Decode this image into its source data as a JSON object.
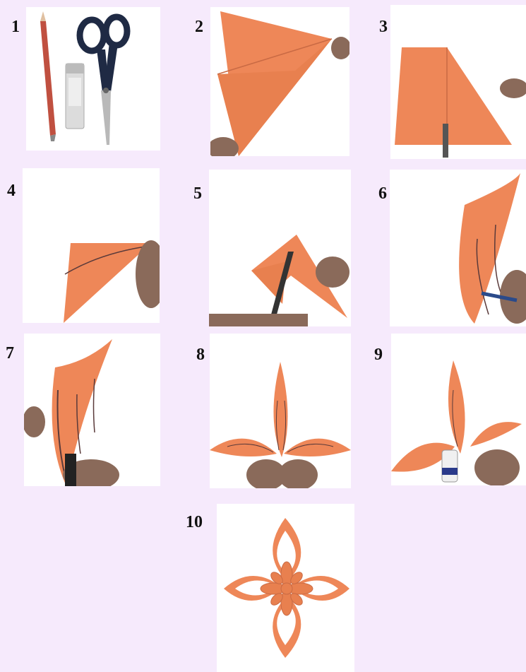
{
  "page": {
    "background": "#f6eafc"
  },
  "colors": {
    "paper": "#ee8758",
    "paper_dark": "#d9714a",
    "cut_line": "#5a3a3a",
    "skin": "#8a6a5a"
  },
  "steps": [
    {
      "number": "1",
      "depicts": [
        "pencil-icon",
        "glue-stick-icon",
        "scissors-icon"
      ]
    },
    {
      "number": "2",
      "depicts": [
        "paper-square-folded-diagonal"
      ]
    },
    {
      "number": "3",
      "depicts": [
        "paper-folded-triangle"
      ]
    },
    {
      "number": "4",
      "depicts": [
        "paper-triangle-drawn-curve"
      ]
    },
    {
      "number": "5",
      "depicts": [
        "paper-cutting-with-scissors"
      ]
    },
    {
      "number": "6",
      "depicts": [
        "paper-petal-drawing-lines"
      ]
    },
    {
      "number": "7",
      "depicts": [
        "paper-petal-cutting-slits"
      ]
    },
    {
      "number": "8",
      "depicts": [
        "paper-unfolded-star"
      ]
    },
    {
      "number": "9",
      "depicts": [
        "paper-star-gluing"
      ]
    },
    {
      "number": "10",
      "depicts": [
        "finished-paper-star-flower"
      ]
    }
  ]
}
